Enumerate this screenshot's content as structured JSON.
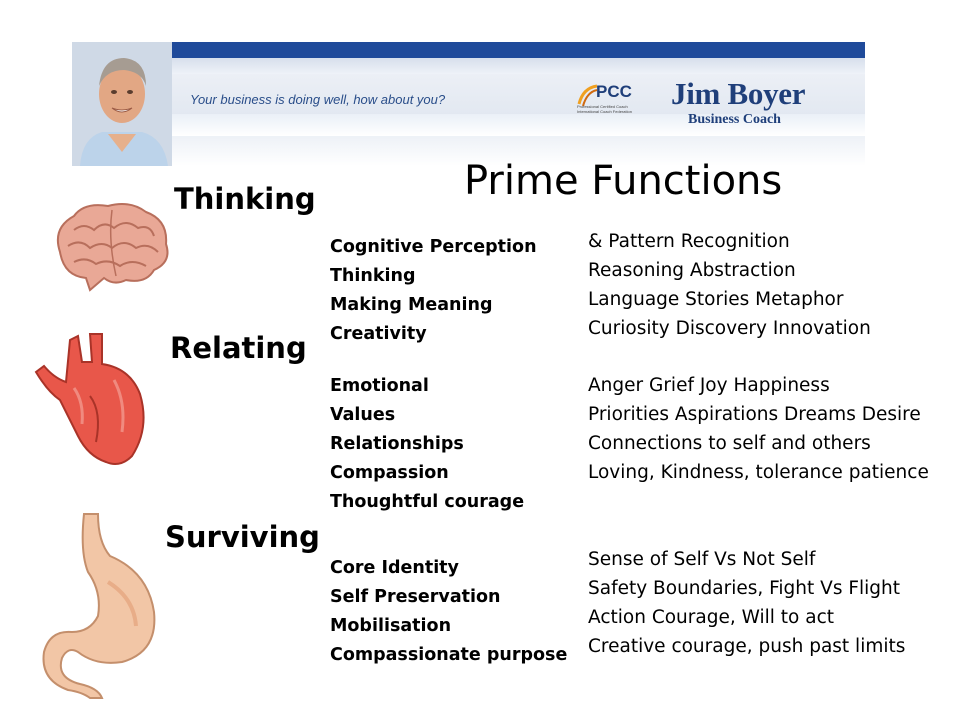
{
  "banner": {
    "tagline": "Your business is doing well, how about you?",
    "pcc_logo": "PCC",
    "pcc_subtext": "Professional Certified Coach International Coach Federation",
    "name": "Jim Boyer",
    "subtitle": "Business Coach"
  },
  "title": "Prime Functions",
  "sections": {
    "thinking": {
      "label": "Thinking",
      "icon": "brain-icon",
      "left": [
        "Cognitive Perception",
        "Thinking",
        "Making Meaning",
        "Creativity"
      ],
      "right": [
        "& Pattern Recognition",
        "Reasoning Abstraction",
        "Language Stories Metaphor",
        "Curiosity Discovery Innovation"
      ]
    },
    "relating": {
      "label": "Relating",
      "icon": "heart-icon",
      "left": [
        "Emotional",
        "Values",
        "Relationships",
        "Compassion",
        "Thoughtful courage"
      ],
      "right": [
        "Anger Grief Joy Happiness",
        "Priorities Aspirations Dreams Desire",
        "Connections to self and others",
        "Loving, Kindness, tolerance patience"
      ]
    },
    "surviving": {
      "label": "Surviving",
      "icon": "stomach-icon",
      "left": [
        "Core Identity",
        "Self Preservation",
        "Mobilisation",
        "Compassionate purpose"
      ],
      "right": [
        "Sense of Self Vs Not Self",
        "Safety Boundaries, Fight Vs Flight",
        "Action Courage, Will to act",
        "Creative courage, push past limits"
      ]
    }
  },
  "colors": {
    "banner_blue": "#1f4a9a",
    "brand_navy": "#1f3f7a",
    "heart_red": "#e8574a",
    "brain_pink": "#e9a896",
    "stomach_skin": "#f2c6a6"
  }
}
